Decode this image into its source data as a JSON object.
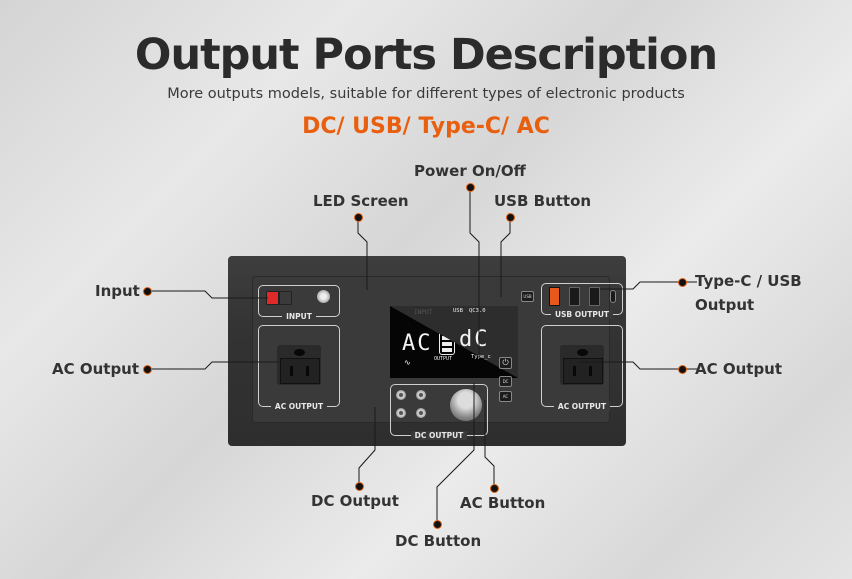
{
  "header": {
    "title": "Output Ports Description",
    "subtitle": "More outputs models, suitable for different types of electronic products",
    "port_types": "DC/ USB/ Type-C/ AC"
  },
  "callouts": {
    "input": "Input",
    "ac_output_left": "AC Output",
    "led_screen": "LED Screen",
    "power": "Power On/Off",
    "usb_button": "USB Button",
    "typec_usb_line1": "Type-C / USB",
    "typec_usb_line2": "Output",
    "ac_output_right": "AC Output",
    "dc_output": "DC Output",
    "dc_button": "DC Button",
    "ac_button": "AC Button"
  },
  "device": {
    "input_label": "INPUT",
    "ac_output_label": "AC OUTPUT",
    "dc_output_label": "DC OUTPUT",
    "usb_output_label": "USB OUTPUT",
    "lcd": {
      "left": "AC",
      "right": "dC",
      "output": "OUTPUT",
      "input": "INPUT",
      "usb": "USB",
      "qc": "QC3.0",
      "typec": "Type_c"
    },
    "buttons": {
      "usb": "USB",
      "dc": "DC",
      "ac": "AC"
    }
  },
  "colors": {
    "accent": "#e8600f",
    "text": "#2b2b2b",
    "usb_port_qc": "#e8581a",
    "input_port": "#e02a2a"
  }
}
